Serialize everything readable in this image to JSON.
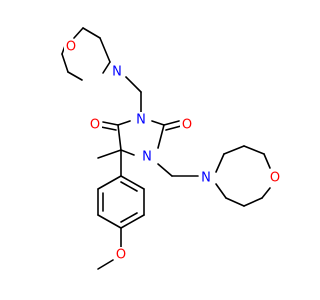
{
  "molecule": {
    "colors": {
      "bond": "#000000",
      "oxygen": "#ff0000",
      "nitrogen": "#0000ff",
      "background": "#ffffff"
    },
    "atom_labels": {
      "n_morph_top": "N",
      "o_morph_top": "O",
      "n3": "N",
      "o_c4": "O",
      "o_c2": "O",
      "n1": "N",
      "n_morph_right": "N",
      "o_morph_right": "O",
      "o_methoxy": "O"
    }
  }
}
